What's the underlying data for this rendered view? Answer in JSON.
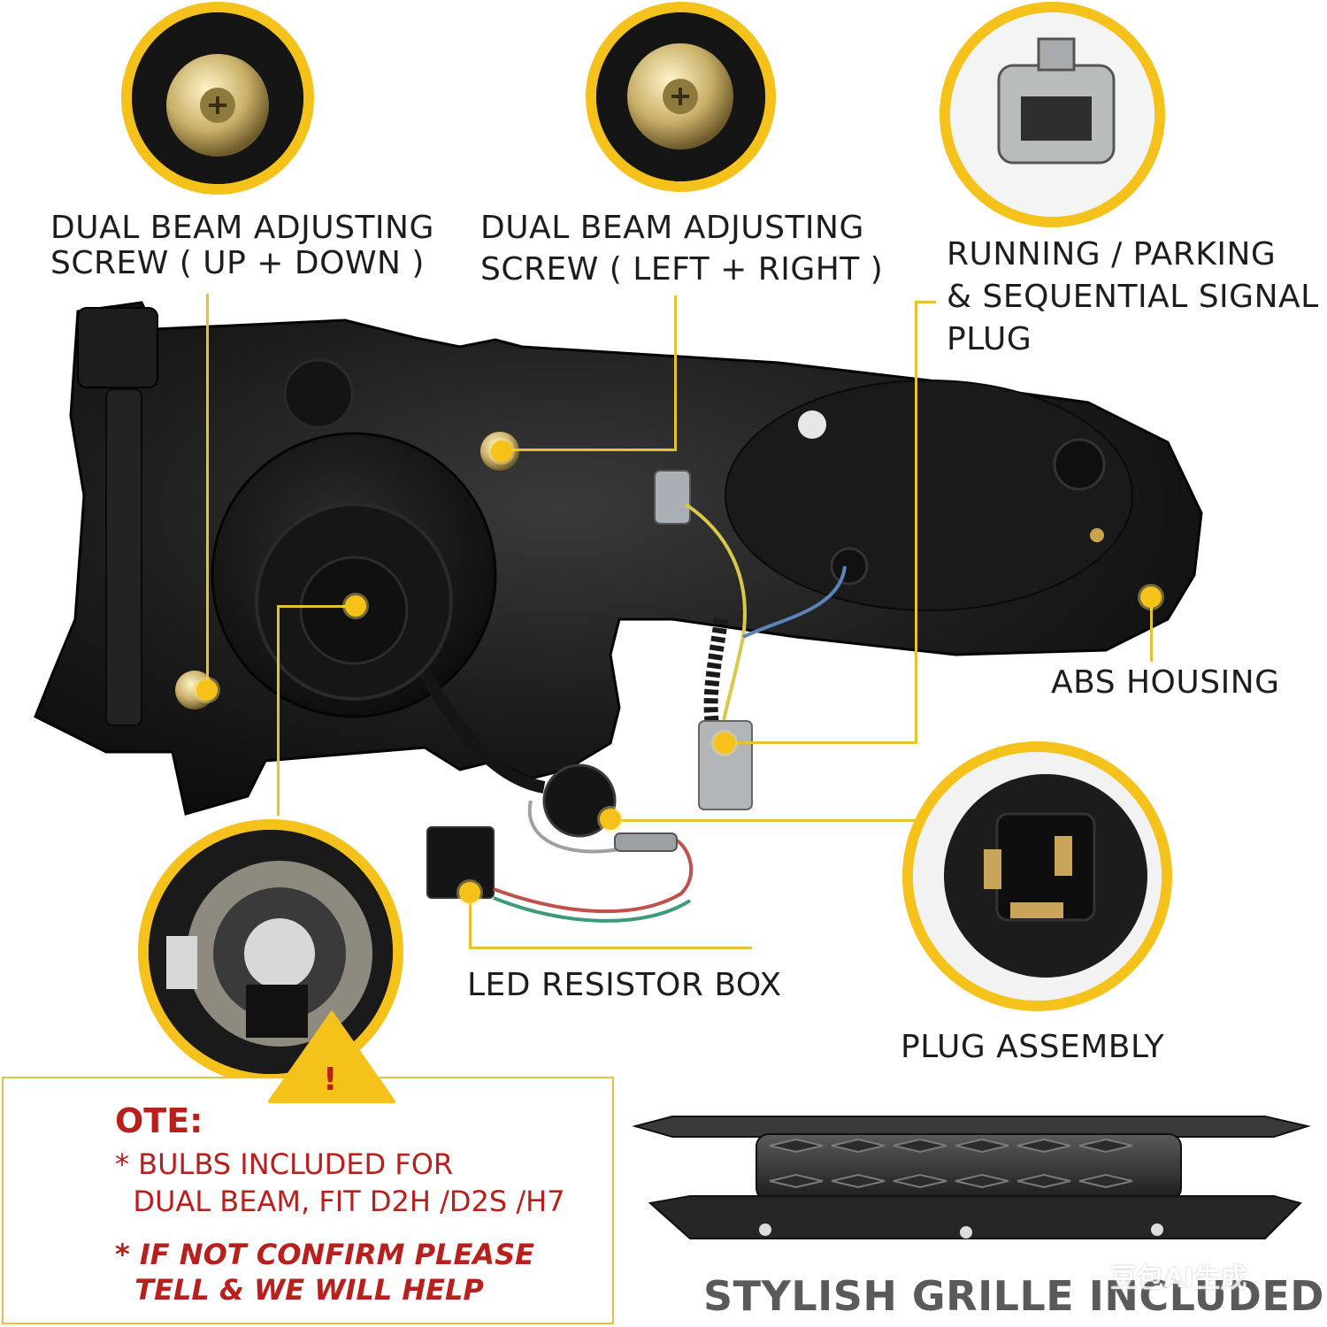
{
  "labels": {
    "updown_line1": "DUAL BEAM ADJUSTING",
    "updown_line2": "SCREW ( UP + DOWN )",
    "leftright_line1": "DUAL BEAM ADJUSTING",
    "leftright_line2": "SCREW ( LEFT + RIGHT )",
    "running_line1": "RUNNING / PARKING",
    "running_line2": "& SEQUENTIAL SIGNAL",
    "running_line3": "PLUG",
    "abs_housing": "ABS HOUSING",
    "resistor_box": "LED RESISTOR BOX",
    "plug_assembly": "PLUG ASSEMBLY",
    "grille": "STYLISH GRILLE INCLUDED"
  },
  "note": {
    "title": "OTE:",
    "bulbs_line1": "* BULBS INCLUDED FOR",
    "bulbs_line2": "  DUAL BEAM, FIT D2H /D2S /H7",
    "confirm_line1": "* IF NOT CONFIRM PLEASE",
    "confirm_line2": "  TELL & WE WILL HELP",
    "warning_symbol": "!"
  },
  "watermark": "豆包AI生成",
  "colors": {
    "accent_yellow": "#f4c21a",
    "note_red": "#b7201c",
    "housing_black": "#151515"
  },
  "icons": [
    "warning-triangle-icon"
  ]
}
